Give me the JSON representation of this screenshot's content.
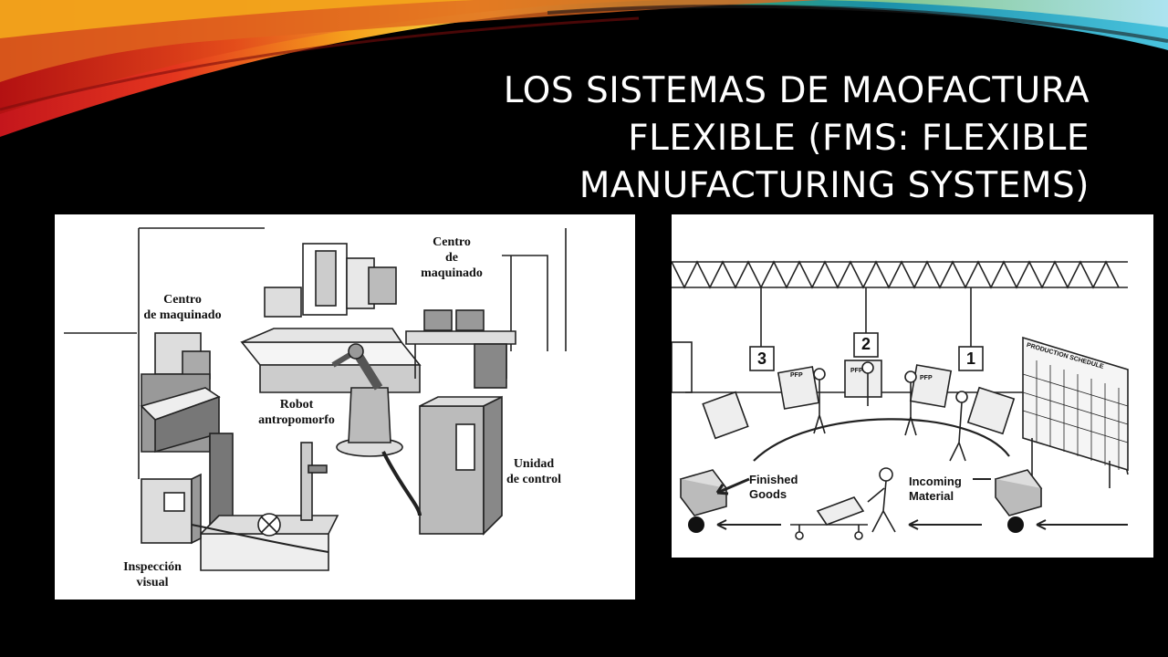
{
  "slide": {
    "title_lines": [
      "LOS SISTEMAS DE MAOFACTURA",
      "FLEXIBLE (FMS: FLEXIBLE",
      "MANUFACTURING SYSTEMS)"
    ]
  },
  "left_diagram": {
    "labels": {
      "centro_top": "Centro\nde maquinado",
      "centro_left": "Centro\nde maquinado",
      "robot": "Robot\nantropomorfo",
      "unidad": "Unidad\nde control",
      "inspeccion": "Inspección\nvisual"
    }
  },
  "right_diagram": {
    "station_numbers": [
      "3",
      "2",
      "1"
    ],
    "schedule_label": "PRODUCTION SCHEDULE",
    "finished_label": "Finished\nGoods",
    "incoming_label": "Incoming\nMaterial",
    "terminal_tag": "PFP"
  },
  "colors": {
    "background": "#000000",
    "title": "#ffffff",
    "swoosh_red": "#d81e1e",
    "swoosh_orange": "#f39a1c",
    "swoosh_yellow": "#f4e24a",
    "swoosh_green": "#3fae5a",
    "swoosh_cyan": "#49c3de"
  }
}
